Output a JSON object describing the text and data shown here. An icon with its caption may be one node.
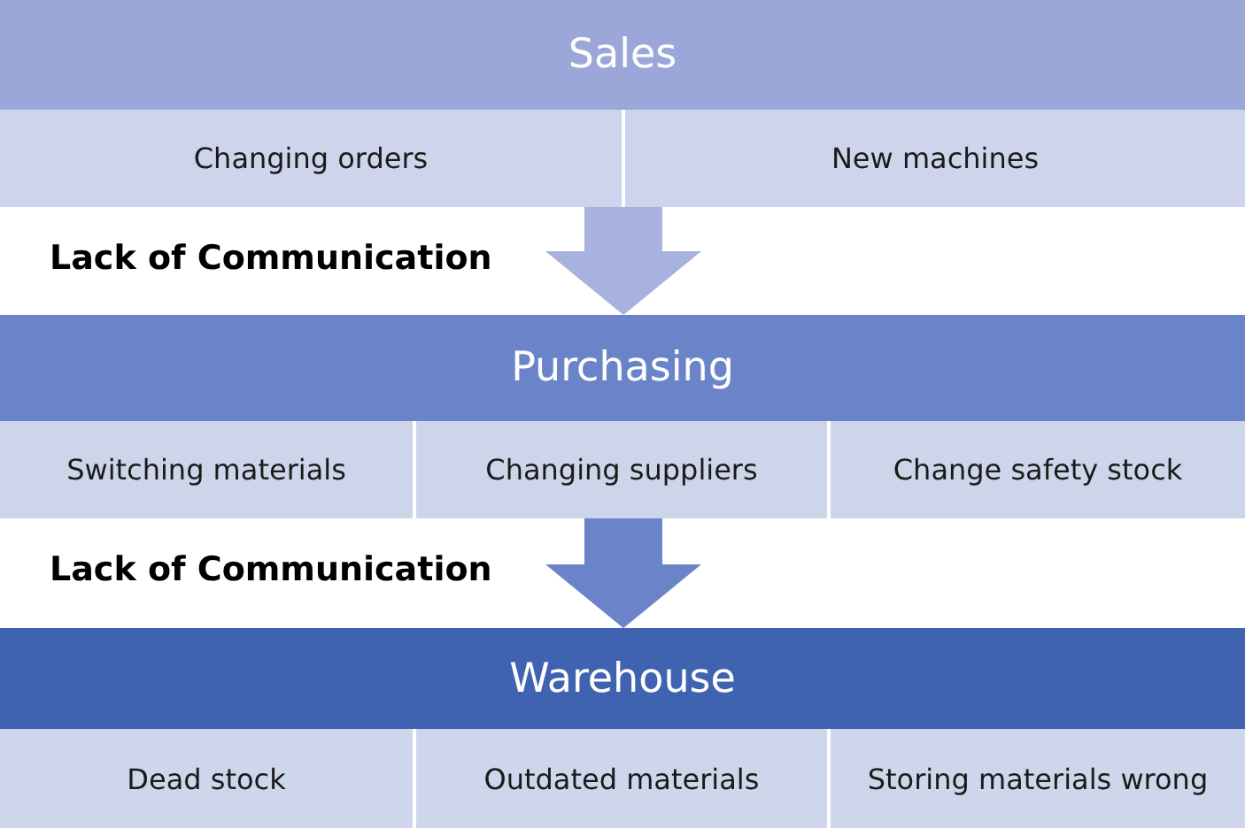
{
  "diagram": {
    "nodes": [
      {
        "text": [
          "Sales"
        ]
      },
      {
        "text": [
          "Changing orders"
        ]
      },
      {
        "text": [
          "New machines"
        ]
      },
      {
        "text": [
          "Purchasing"
        ]
      },
      {
        "text": [
          "Switching materials"
        ]
      },
      {
        "text": [
          "Changing suppliers"
        ]
      },
      {
        "text": [
          "Change safety stock"
        ]
      },
      {
        "text": [
          "Warehouse"
        ]
      },
      {
        "text": [
          "Dead stock"
        ]
      },
      {
        "text": [
          "Outdated materials"
        ]
      },
      {
        "text": [
          "Storing materials wrong"
        ]
      }
    ],
    "edges": [
      {
        "from": null,
        "to": 3,
        "arrow": "to",
        "label": "Lack of Communication",
        "style": "thick",
        "color": "#a7b2de"
      },
      {
        "from": null,
        "to": 7,
        "arrow": "to",
        "label": "Lack of Communication",
        "style": "thick",
        "color": "#6b84c9"
      }
    ]
  }
}
